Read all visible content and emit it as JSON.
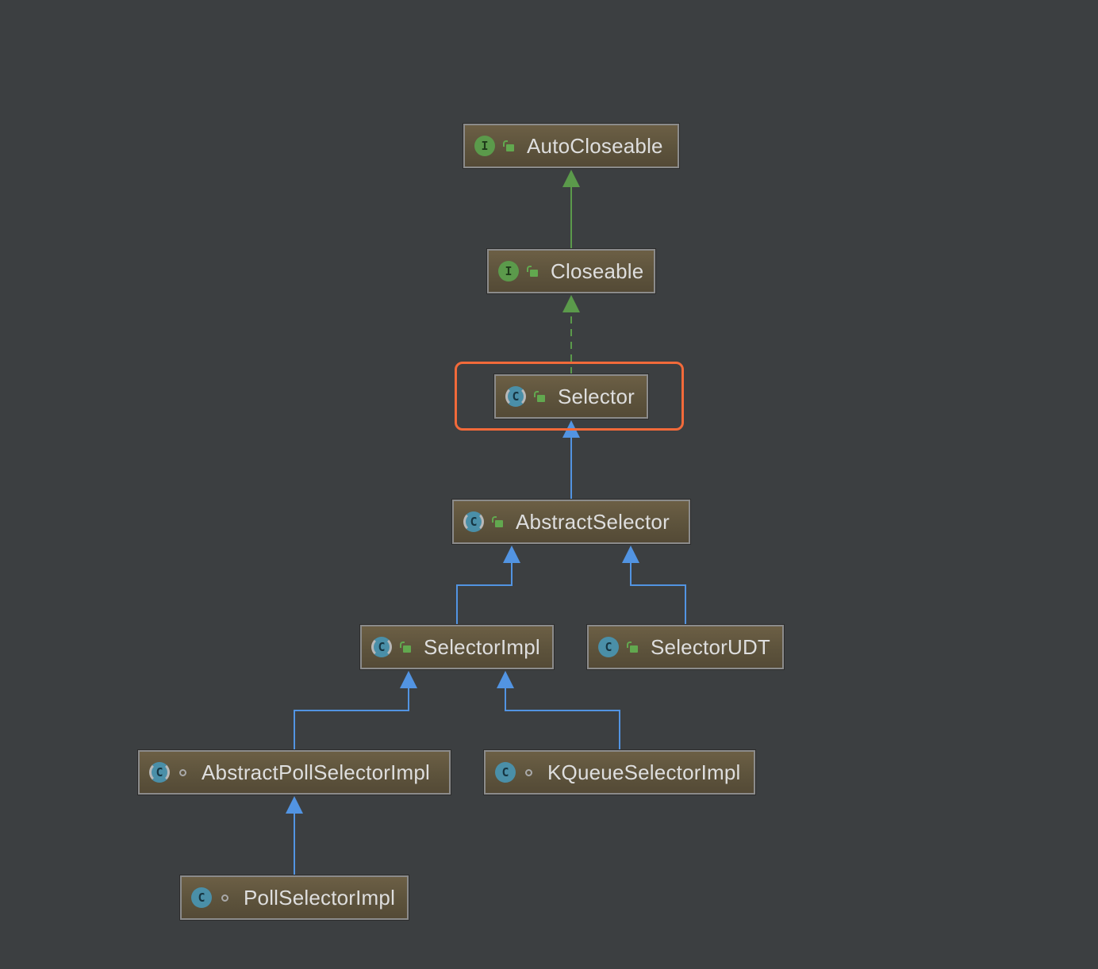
{
  "diagram": {
    "nodes": [
      {
        "id": "autocloseable",
        "label": "AutoCloseable",
        "kind": "interface",
        "kind_glyph": "I",
        "access": "public"
      },
      {
        "id": "closeable",
        "label": "Closeable",
        "kind": "interface",
        "kind_glyph": "I",
        "access": "public"
      },
      {
        "id": "selector",
        "label": "Selector",
        "kind": "abstract-class",
        "kind_glyph": "C",
        "access": "public"
      },
      {
        "id": "abstractselector",
        "label": "AbstractSelector",
        "kind": "abstract-class",
        "kind_glyph": "C",
        "access": "public"
      },
      {
        "id": "selectorimpl",
        "label": "SelectorImpl",
        "kind": "abstract-class",
        "kind_glyph": "C",
        "access": "public"
      },
      {
        "id": "selectorudt",
        "label": "SelectorUDT",
        "kind": "class",
        "kind_glyph": "C",
        "access": "public"
      },
      {
        "id": "abstractpollselectorimpl",
        "label": "AbstractPollSelectorImpl",
        "kind": "abstract-class",
        "kind_glyph": "C",
        "access": "package"
      },
      {
        "id": "kqueueselectorimpl",
        "label": "KQueueSelectorImpl",
        "kind": "class",
        "kind_glyph": "C",
        "access": "package"
      },
      {
        "id": "pollselectorimpl",
        "label": "PollSelectorImpl",
        "kind": "class",
        "kind_glyph": "C",
        "access": "package"
      }
    ],
    "edges": [
      {
        "from": "closeable",
        "to": "autocloseable",
        "type": "extends-interface"
      },
      {
        "from": "selector",
        "to": "closeable",
        "type": "implements"
      },
      {
        "from": "abstractselector",
        "to": "selector",
        "type": "extends"
      },
      {
        "from": "selectorimpl",
        "to": "abstractselector",
        "type": "extends"
      },
      {
        "from": "selectorudt",
        "to": "abstractselector",
        "type": "extends"
      },
      {
        "from": "abstractpollselectorimpl",
        "to": "selectorimpl",
        "type": "extends"
      },
      {
        "from": "kqueueselectorimpl",
        "to": "selectorimpl",
        "type": "extends"
      },
      {
        "from": "pollselectorimpl",
        "to": "abstractpollselectorimpl",
        "type": "extends"
      }
    ],
    "highlighted": "selector",
    "colors": {
      "background": "#3c3f41",
      "interface_edge": "#5b9a4b",
      "class_edge": "#5294e2",
      "highlight": "#f26a3a"
    }
  }
}
